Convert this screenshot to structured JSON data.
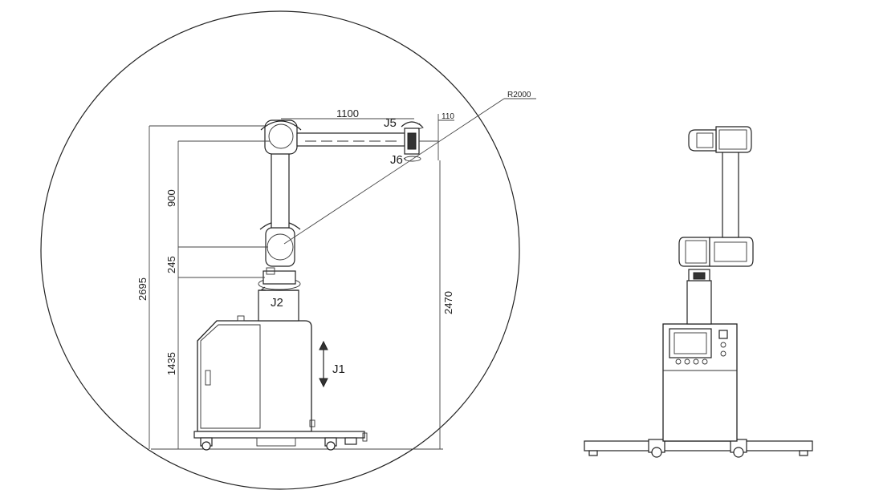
{
  "dimensions": {
    "arm_reach": "1100",
    "tool_offset": "110",
    "radius": "R2000",
    "upper_height": "900",
    "joint_height": "245",
    "base_height": "1435",
    "total_height": "2695",
    "right_height": "2470"
  },
  "joints": {
    "j1": "J1",
    "j2": "J2",
    "j5": "J5",
    "j6": "J6"
  }
}
